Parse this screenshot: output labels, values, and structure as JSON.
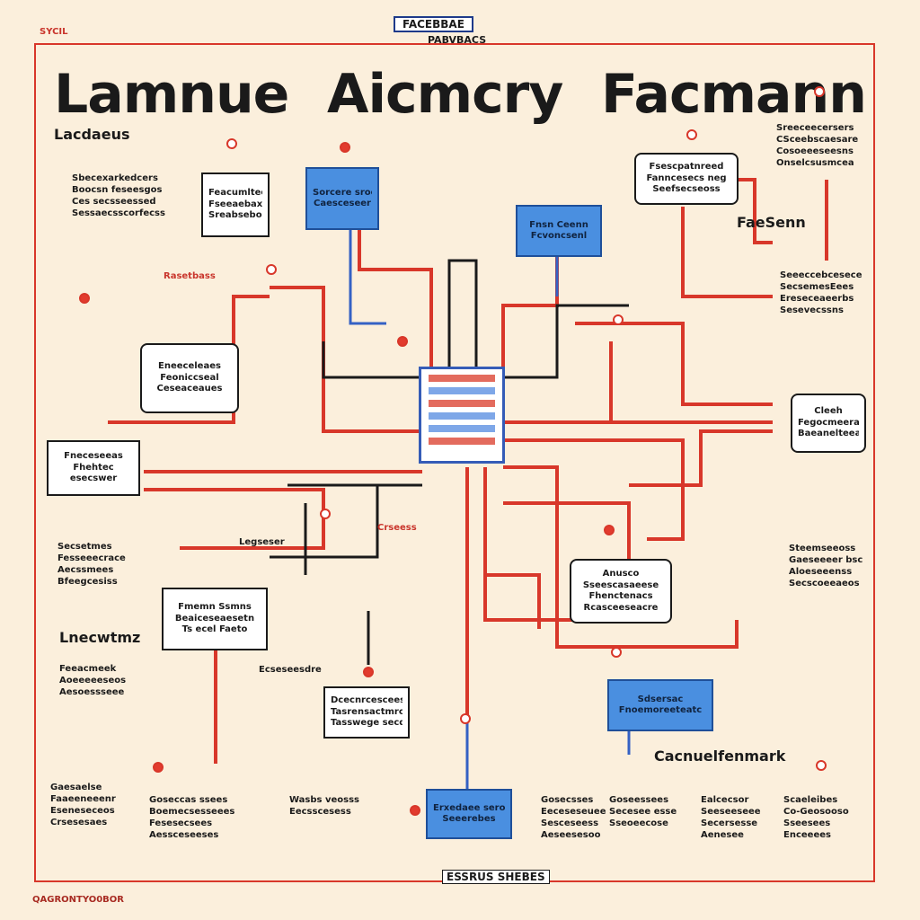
{
  "header": {
    "corner_label": "SYCIL",
    "top_tag": "FACEBBAE",
    "top_sub": "PABVBACS",
    "title_words": [
      "Lamnue",
      "Aicmcry",
      "Facmann"
    ]
  },
  "sections": {
    "left_top": "Lacdaeus",
    "left_mid": "Lnecwtmz",
    "right_top": "FaeSenn",
    "right_bottom": "Cacnuelfenmark"
  },
  "boxes": {
    "b1": [
      "Feacumlteee",
      "Fseeaebaxlerse",
      "Sreabseboncee"
    ],
    "b2": [
      "Sorcere sroee",
      "Caesceseer"
    ],
    "b3": [
      "Fnsn Ceenn",
      "Fcvoncsenl"
    ],
    "b4": [
      "Fsescpatnreed",
      "Fanncesecs neg",
      "Seefsecseoss"
    ],
    "b5": [
      "Eneeceleaes",
      "Feoniccseal",
      "Ceseaceaues"
    ],
    "b6": [
      "Fneceseeas",
      "Fhehtec",
      "esecswer"
    ],
    "b7": [
      "Fmemn Ssmns",
      "Beaiceseaesetn",
      "Ts ecel Faeto"
    ],
    "b8": [
      "Dcecnrcescees",
      "Tasrensactmrc",
      "Tasswege secd"
    ],
    "b9": [
      "Anusco",
      "Sseescasaeese",
      "Fhenctenacs",
      "Rcasceeseacre"
    ],
    "b10": [
      "Sdsersac",
      "Fnoemoreeteatc"
    ],
    "b11": [
      "Erxedaee seroe",
      "Seeerebes"
    ],
    "b12": [
      "Cleeh",
      "Fegocmeeraa",
      "Baeanelteeae"
    ]
  },
  "text_blocks": {
    "t1": [
      "Sbecexarkedcers",
      "Boocsn feseesgos",
      "Ces secsseessed",
      "Sessaecsscorfecss"
    ],
    "t2": [
      "Sreeceecersers",
      "CSceebscaesare",
      "Cosoeeeseesns",
      "Onselcsusmcea"
    ],
    "t3": [
      "Seeeccebcesece",
      "SecsemesEees",
      "Ereseceaeerbs",
      "Sesevecssns"
    ],
    "t4": [
      "Secsetmes",
      "Fesseeecrace",
      "Aecssmees",
      "Bfeegcesiss"
    ],
    "t5": [
      "Feeacmeek",
      "Aoeeeeeseos",
      "Aesoessseee"
    ],
    "t6": [
      "Steemseeoss",
      "Gaeseeeer bsc",
      "Aloeseeenss",
      "Secscoeeaeos"
    ],
    "t7": [
      "Gaesaelse",
      "Faaeeneeenr",
      "Eseneseceos",
      "Crsesesaes"
    ],
    "t8": [
      "Goseccas ssees",
      "Boemecsesseees",
      "Fesesecsees",
      "Aessceseeses"
    ],
    "t9": [
      "Wasbs veosss",
      "Eecsscesess"
    ],
    "t10": [
      "Gosecsses",
      "Eeceseseuee",
      "Sesceseess",
      "Aeseesesoo"
    ],
    "t11": [
      "Goseessees",
      "Secesee esse",
      "Sseoeecose"
    ],
    "t12": [
      "Ealcecsor",
      "Seeseeseee",
      "Secersesse",
      "Aenesee"
    ],
    "t13": [
      "Scaeleibes",
      "Co-Geosooso",
      "Sseesees",
      "Enceeees"
    ]
  },
  "labels": {
    "rq": "Rasetbass",
    "ec": "Ecseseesdre",
    "cc": "Crseess",
    "lpd": "Legseser",
    "footer": "QAGRONTYO0BOR",
    "bottom": "ESSRUS SHEBES"
  }
}
